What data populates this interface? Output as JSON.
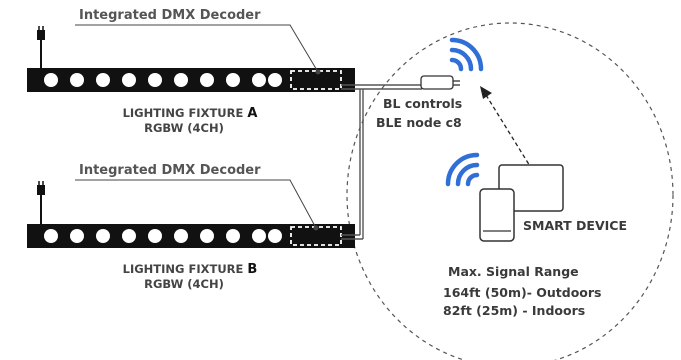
{
  "decoder_label": "Integrated DMX Decoder",
  "fixture_a": {
    "name": "LIGHTING FIXTURE",
    "letter": "A",
    "spec": "RGBW (4CH)"
  },
  "fixture_b": {
    "name": "LIGHTING FIXTURE",
    "letter": "B",
    "spec": "RGBW (4CH)"
  },
  "controller": {
    "line1": "BL controls",
    "line2": "BLE node c8"
  },
  "smart_device_label": "SMART DEVICE",
  "range": {
    "title": "Max. Signal Range",
    "outdoors": "164ft (50m)- Outdoors",
    "indoors": "82ft (25m) - Indoors"
  },
  "colors": {
    "fixture_body": "#111111",
    "led": "#ffffff",
    "wireless": "#2f6fd6",
    "text": "#444444",
    "lines": "#555555"
  },
  "icons": [
    "power-plug-icon",
    "wifi-signal-icon",
    "smartphone-icon",
    "tablet-icon",
    "controller-box-icon"
  ]
}
